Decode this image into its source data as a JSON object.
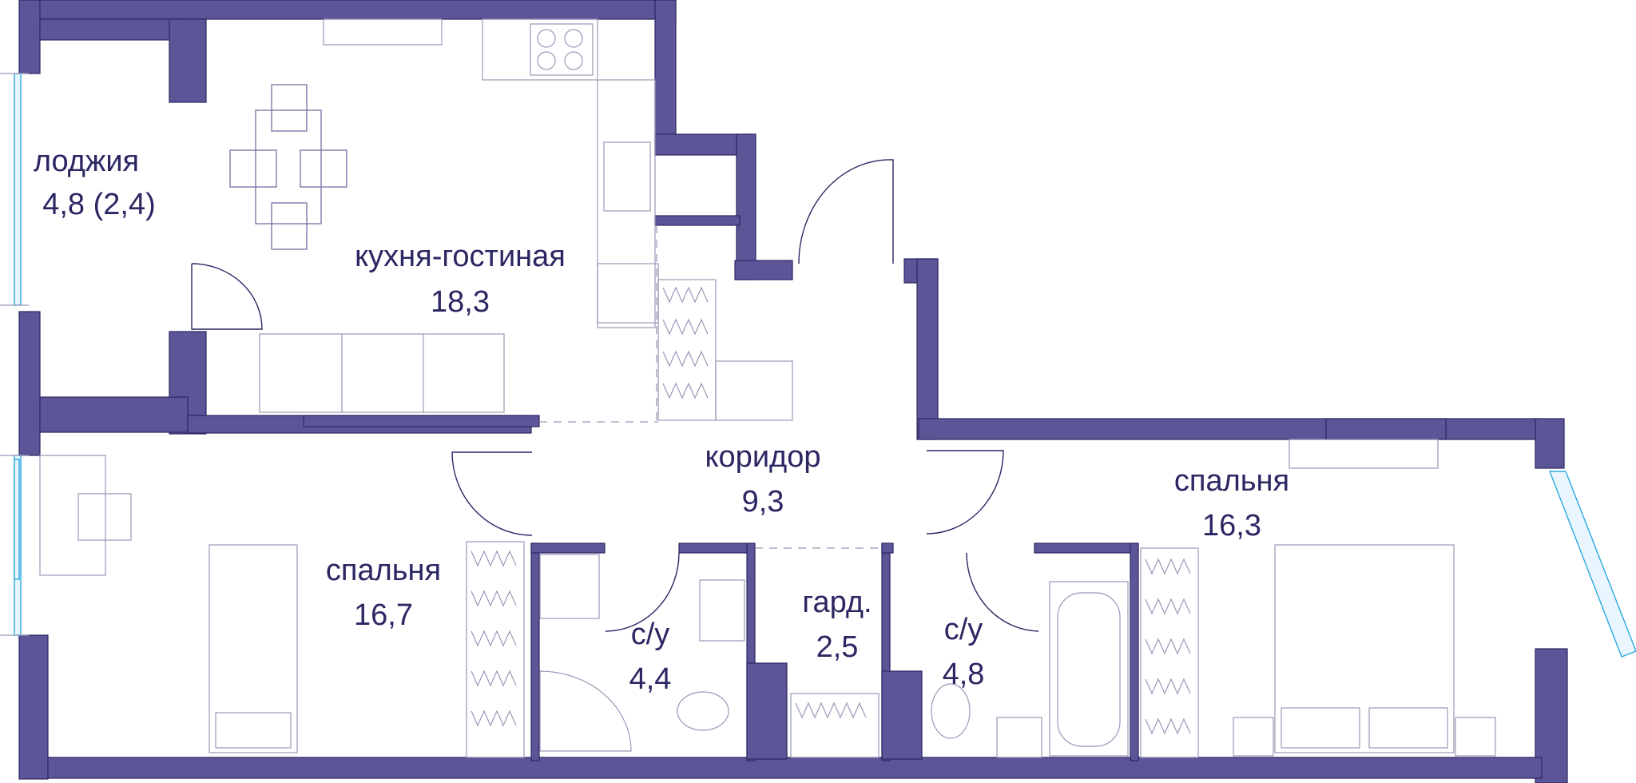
{
  "rooms": {
    "loggia": {
      "name": "лоджия",
      "area": "4,8 (2,4)"
    },
    "kitchen": {
      "name": "кухня-гостиная",
      "area": "18,3"
    },
    "corridor": {
      "name": "коридор",
      "area": "9,3"
    },
    "bedroom_right": {
      "name": "спальня",
      "area": "16,3"
    },
    "bedroom_left": {
      "name": "спальня",
      "area": "16,7"
    },
    "bath_left": {
      "name": "с/у",
      "area": "4,4"
    },
    "wardrobe": {
      "name": "гард.",
      "area": "2,5"
    },
    "bath_right": {
      "name": "с/у",
      "area": "4,8"
    }
  },
  "colors": {
    "wall": "#5c5698",
    "text": "#2b2763",
    "furniture": "#9a98b8",
    "glass": "#2aa9e0"
  }
}
